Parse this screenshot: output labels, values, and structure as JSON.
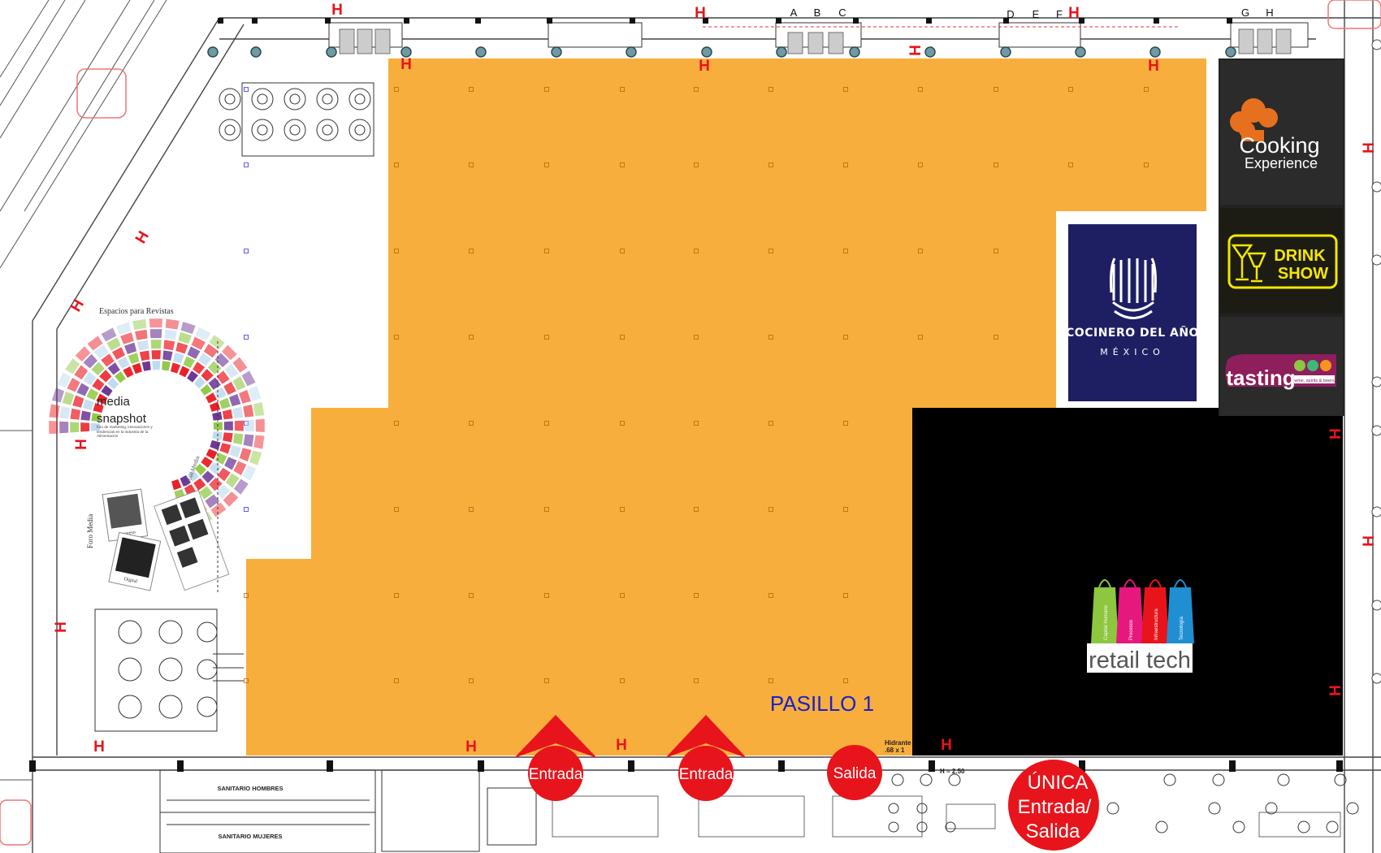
{
  "colors": {
    "exhibit_floor": "#F8AE3C",
    "retail_zone": "#000000",
    "chef_panel": "#1E1F63",
    "marker": "#E8141C",
    "aisle_text": "#1A21C9",
    "drink_neon": "#F5E600",
    "tasting_purple": "#8E1E5C"
  },
  "gate_letters": [
    "A",
    "B",
    "C",
    "D",
    "E",
    "F",
    "G",
    "H"
  ],
  "hydrant_symbol": "H",
  "aisle_label": "PASILLO 1",
  "access_markers": {
    "entrada_1": "Entrada",
    "entrada_2": "Entrada",
    "salida": "Salida",
    "unica_1": "ÚNICA",
    "unica_2": "Entrada/",
    "unica_3": "Salida"
  },
  "zones": {
    "cooking": {
      "line1": "Cooking",
      "line2": "Experience",
      "icon": "chef-hat-icon"
    },
    "drink": {
      "line1": "DRINK",
      "line2": "SHOW",
      "icon": "cocktail-glasses-icon"
    },
    "tasting": {
      "title": "tasting",
      "subtitle": "wine, spirits & beers",
      "icon": "wine-drop-icons"
    },
    "chef": {
      "title": "COCINERO DEL AÑO",
      "subtitle": "MÉXICO",
      "icon": "chef-toque-icon"
    },
    "retail": {
      "title": "retail tech",
      "bags": [
        "Capital Humano",
        "Procesos",
        "Infraestructura",
        "Tecnología"
      ],
      "bag_colors": [
        "#8DC63F",
        "#E5197D",
        "#E8141C",
        "#1F8FD1"
      ]
    },
    "media": {
      "title1": "media",
      "title2": "snapshot",
      "tagline": "foro de marketing, innovaciones y tendencias en la industria de la Alimentación",
      "top_label": "Espacios para Revistas",
      "side_label": "Foro Media",
      "social_label": "Social Media",
      "print_label": "Impreso",
      "digital_label": "Digital"
    }
  },
  "service_labels": {
    "men": "SANITARIO HOMBRES",
    "women": "SANITARIO MUJERES",
    "hydrant_note_1": "Hidrante",
    "hydrant_note_2": ".68 x 1",
    "height_note": "H = 2.50"
  }
}
